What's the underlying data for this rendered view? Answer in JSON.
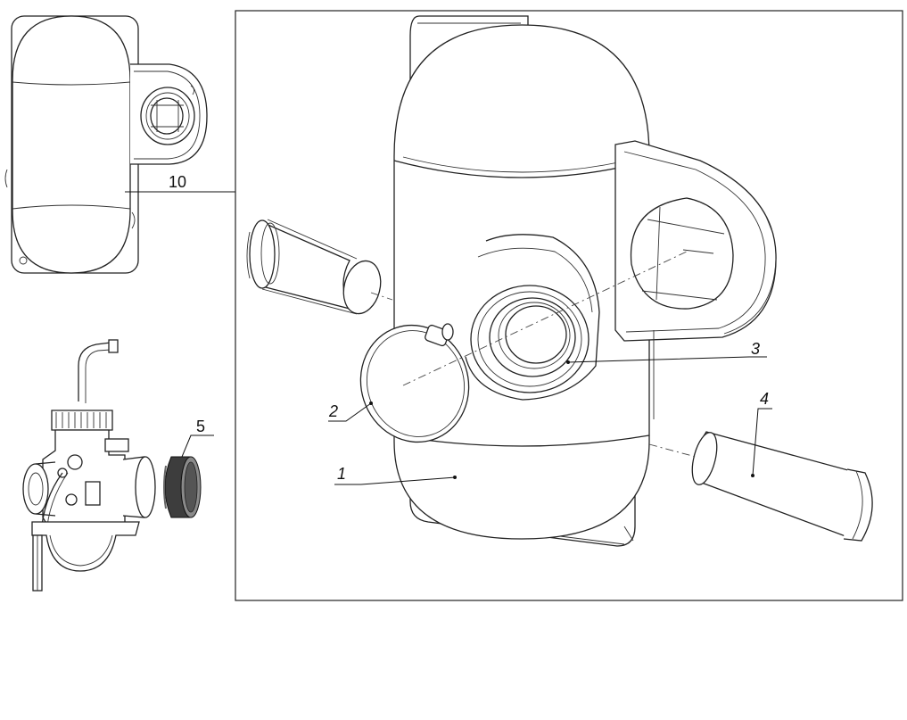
{
  "callouts": {
    "c1": "1",
    "c2": "2",
    "c3": "3",
    "c4": "4",
    "c5": "5",
    "c10": "10"
  }
}
